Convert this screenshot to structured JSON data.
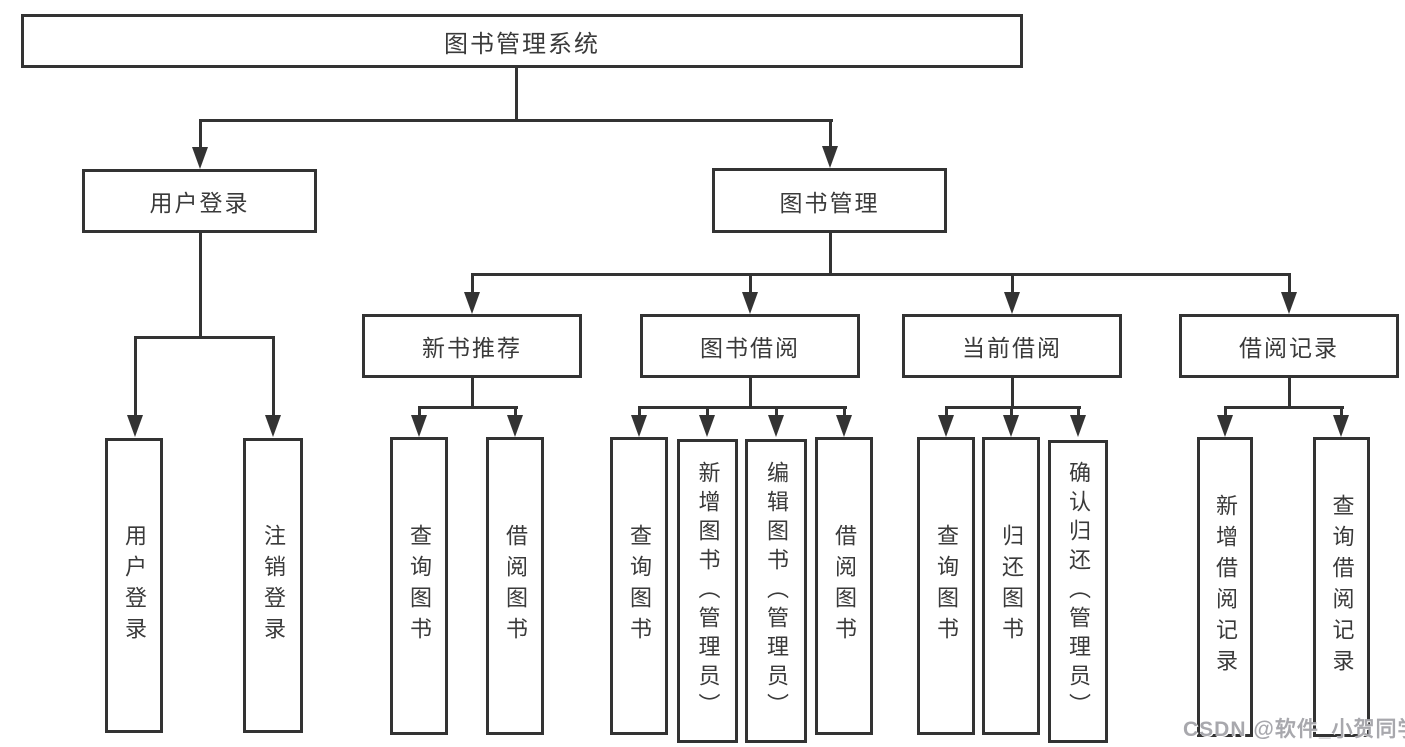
{
  "diagram_title": "图书管理系统",
  "colors": {
    "line": "#333333",
    "box_border": "#333333",
    "text": "#3a3a3a",
    "background": "#ffffff",
    "watermark": "#a8a8ad"
  },
  "tree": {
    "label": "图书管理系统",
    "children": [
      {
        "label": "用户登录",
        "children": [
          {
            "label": "用户登录"
          },
          {
            "label": "注销登录"
          }
        ]
      },
      {
        "label": "图书管理",
        "children": [
          {
            "label": "新书推荐",
            "children": [
              {
                "label": "查询图书"
              },
              {
                "label": "借阅图书"
              }
            ]
          },
          {
            "label": "图书借阅",
            "children": [
              {
                "label": "查询图书"
              },
              {
                "label": "新增图书（管理员）"
              },
              {
                "label": "编辑图书（管理员）"
              },
              {
                "label": "借阅图书"
              }
            ]
          },
          {
            "label": "当前借阅",
            "children": [
              {
                "label": "查询图书"
              },
              {
                "label": "归还图书"
              },
              {
                "label": "确认归还（管理员）"
              }
            ]
          },
          {
            "label": "借阅记录",
            "children": [
              {
                "label": "新增借阅记录"
              },
              {
                "label": "查询借阅记录"
              }
            ]
          }
        ]
      }
    ]
  },
  "watermark": {
    "text": "CSDN @软件_小贺同学"
  }
}
